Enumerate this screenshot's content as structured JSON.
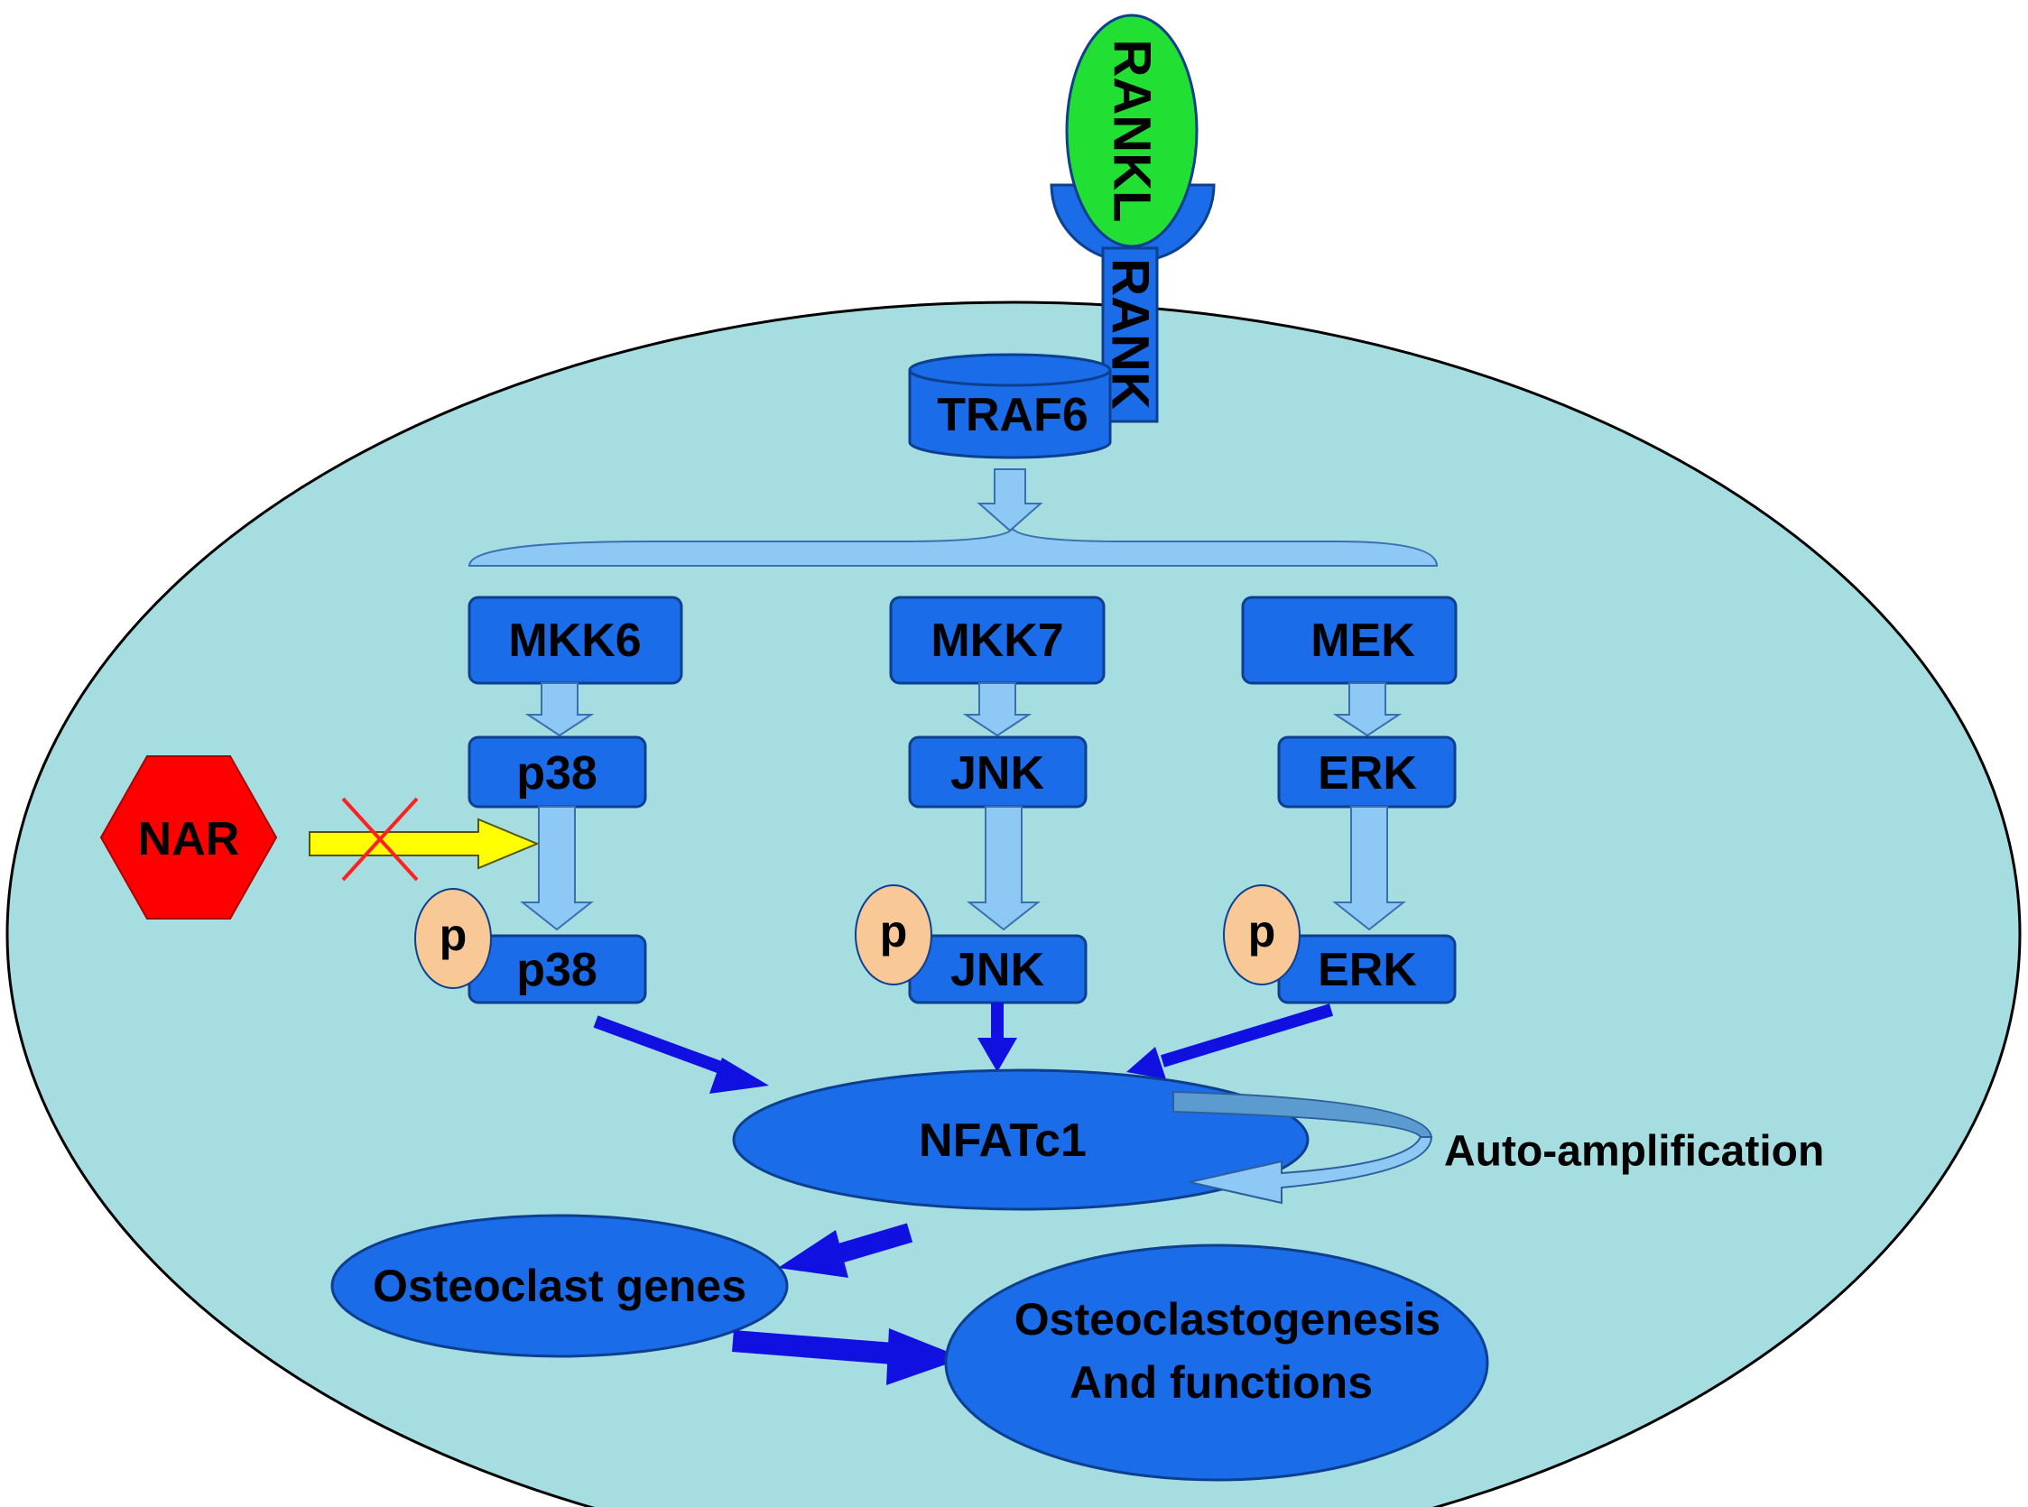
{
  "labels": {
    "rankl": "RANKL",
    "rank": "RANK",
    "traf6": "TRAF6",
    "mkk6": "MKK6",
    "mkk7": "MKK7",
    "mek": "MEK",
    "p38": "p38",
    "jnk": "JNK",
    "erk": "ERK",
    "p38_phos": "p38",
    "jnk_phos": "JNK",
    "erk_phos": "ERK",
    "phospho": "p",
    "nar": "NAR",
    "nfatc1": "NFATc1",
    "auto_amplification": "Auto-amplification",
    "osteoclast_genes": "Osteoclast genes",
    "osteoclastogenesis_line1": "Osteoclastogenesis",
    "osteoclastogenesis_line2": "And functions"
  },
  "colors": {
    "cell_fill": "#a6dde0",
    "node_fill": "#1a6ce9",
    "node_stroke": "#0d3f8f",
    "rankl_fill": "#22e033",
    "arrow_light": "#8ec8f5",
    "arrow_dark": "#1010e0",
    "inhibitor_fill": "#ff0000",
    "blocked_arrow": "#ffff00",
    "block_mark": "#ff2020",
    "phospho_fill": "#f8c896"
  }
}
